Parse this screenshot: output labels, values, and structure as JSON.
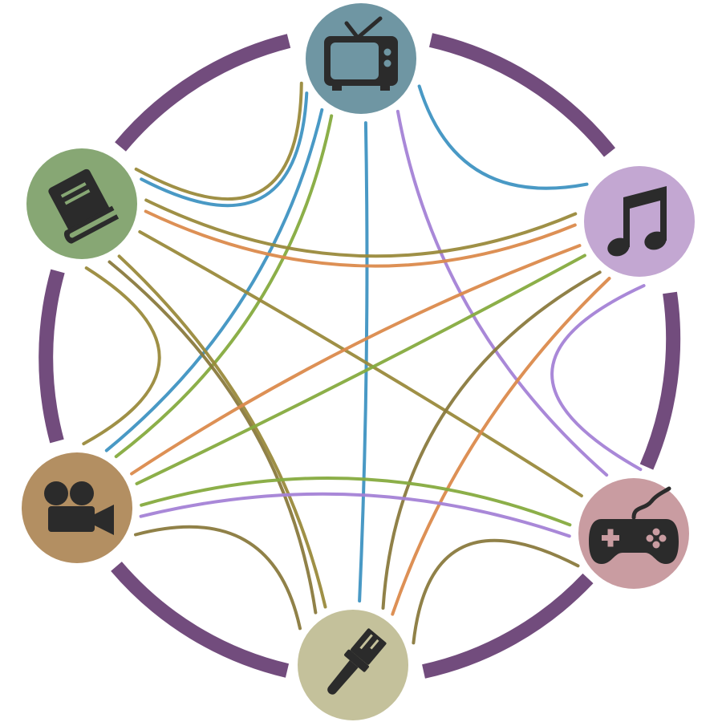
{
  "colors": {
    "background": "#ffffff",
    "ring": "#724c7d",
    "node_border": "#ffffff",
    "icon_ink": "#2b2b2b"
  },
  "nodes": [
    {
      "id": "tv",
      "icon": "tv-icon",
      "color": "#6f96a3"
    },
    {
      "id": "music",
      "icon": "music-note-icon",
      "color": "#c3a7d2"
    },
    {
      "id": "games",
      "icon": "game-controller-icon",
      "color": "#c99ca1"
    },
    {
      "id": "art",
      "icon": "paintbrush-icon",
      "color": "#c4c19b"
    },
    {
      "id": "film",
      "icon": "video-camera-icon",
      "color": "#b38f62"
    },
    {
      "id": "books",
      "icon": "book-icon",
      "color": "#87a774"
    }
  ],
  "link_colors": {
    "blue": "#3f93c2",
    "olive": "#9a8a3c",
    "green": "#86ab3f",
    "purple": "#a482d6",
    "orange": "#db8a4c",
    "brown": "#8a7a3e"
  },
  "links": [
    {
      "from": "tv",
      "to": "music",
      "color": "blue"
    },
    {
      "from": "tv",
      "to": "books",
      "color": "blue"
    },
    {
      "from": "tv",
      "to": "books",
      "color": "olive"
    },
    {
      "from": "tv",
      "to": "film",
      "color": "green"
    },
    {
      "from": "tv",
      "to": "film",
      "color": "blue"
    },
    {
      "from": "tv",
      "to": "art",
      "color": "blue"
    },
    {
      "from": "tv",
      "to": "games",
      "color": "purple"
    },
    {
      "from": "books",
      "to": "music",
      "color": "olive"
    },
    {
      "from": "books",
      "to": "music",
      "color": "orange"
    },
    {
      "from": "books",
      "to": "games",
      "color": "olive"
    },
    {
      "from": "books",
      "to": "art",
      "color": "olive"
    },
    {
      "from": "books",
      "to": "film",
      "color": "olive"
    },
    {
      "from": "books",
      "to": "art",
      "color": "brown"
    },
    {
      "from": "music",
      "to": "film",
      "color": "green"
    },
    {
      "from": "music",
      "to": "film",
      "color": "orange"
    },
    {
      "from": "music",
      "to": "art",
      "color": "orange"
    },
    {
      "from": "music",
      "to": "art",
      "color": "brown"
    },
    {
      "from": "music",
      "to": "games",
      "color": "purple"
    },
    {
      "from": "film",
      "to": "games",
      "color": "green"
    },
    {
      "from": "film",
      "to": "games",
      "color": "purple"
    },
    {
      "from": "film",
      "to": "art",
      "color": "brown"
    },
    {
      "from": "games",
      "to": "art",
      "color": "brown"
    }
  ]
}
